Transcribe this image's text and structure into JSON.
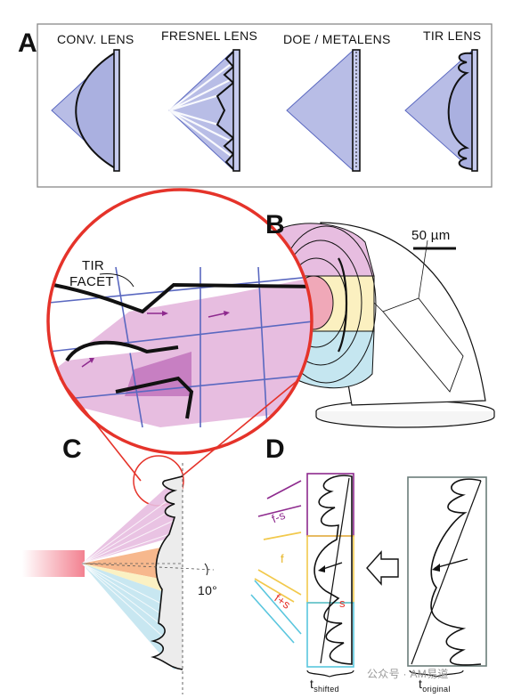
{
  "panels": {
    "a": {
      "letter": "A",
      "lens_titles": [
        "CONV. LENS",
        "FRESNEL LENS",
        "DOE / METALENS",
        "TIR LENS"
      ]
    },
    "b": {
      "letter": "B",
      "scale_bar": "50 µm"
    },
    "c": {
      "letter": "C",
      "callout": [
        "TIR",
        "FACET"
      ],
      "angle": "10°"
    },
    "d": {
      "letter": "D",
      "labels": [
        "f-s",
        "f",
        "f+s",
        "s"
      ],
      "t_shifted": {
        "base": "t",
        "sub": "shifted"
      },
      "t_original": {
        "base": "t",
        "sub": "original"
      }
    }
  },
  "watermark": "公众号 · AM易道",
  "colors": {
    "lens_fill": "#b8bde6",
    "lens_stroke": "#5a68c0",
    "pink": "#e7bde0",
    "yellow": "#fbf0c0",
    "cyan": "#c5e6f0",
    "red": "#e5332a",
    "purple": "#8e2a8e"
  }
}
